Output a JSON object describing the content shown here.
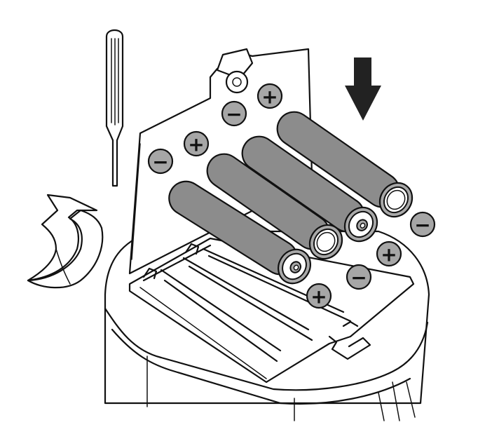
{
  "colors": {
    "line": "#111111",
    "battery_body": "#8c8c8c",
    "battery_end": "#a9a9a9",
    "terminal_badge": "#a6a6a6",
    "arrow_fill": "#222222",
    "background": "#ffffff"
  },
  "icons": [
    "screwdriver-icon",
    "rotate-open-arrow-icon",
    "down-arrow-icon"
  ],
  "polarity": {
    "plus": "+",
    "minus": "−"
  },
  "batteries": [
    {
      "id": "battery-1"
    },
    {
      "id": "battery-2"
    },
    {
      "id": "battery-3"
    },
    {
      "id": "battery-4"
    }
  ],
  "lid_markings": [
    {
      "sign": "plus"
    },
    {
      "sign": "minus"
    },
    {
      "sign": "plus"
    },
    {
      "sign": "minus"
    }
  ],
  "tray_markings": [
    {
      "sign": "minus"
    },
    {
      "sign": "plus"
    },
    {
      "sign": "minus"
    },
    {
      "sign": "plus"
    }
  ]
}
